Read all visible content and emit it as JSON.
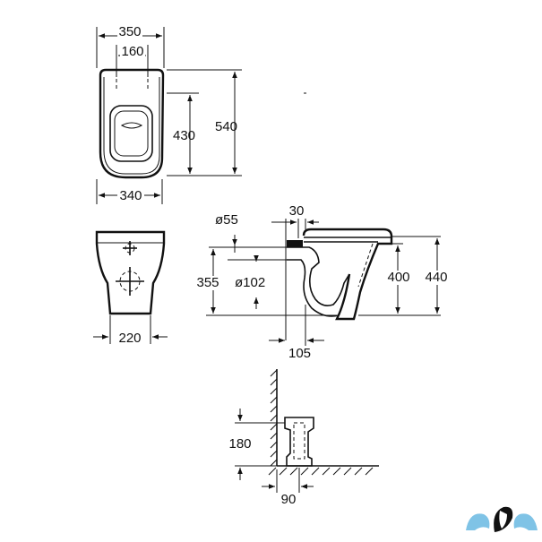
{
  "top_view": {
    "width_top": "350",
    "fixing_spacing": "160",
    "depth_total": "540",
    "depth_to_fixing": "430",
    "width_bottom": "340"
  },
  "front_view": {
    "width": "220"
  },
  "side_view": {
    "inlet_diameter": "ø55",
    "inlet_offset": "30",
    "outlet_diameter": "ø102",
    "outlet_height": "355",
    "rim_height": "400",
    "total_height": "440",
    "outlet_offset": "105"
  },
  "installation_detail": {
    "outlet_height": "180",
    "wall_offset": "90"
  },
  "logo": {
    "colors": [
      "#7fc3e6",
      "#111111"
    ]
  }
}
